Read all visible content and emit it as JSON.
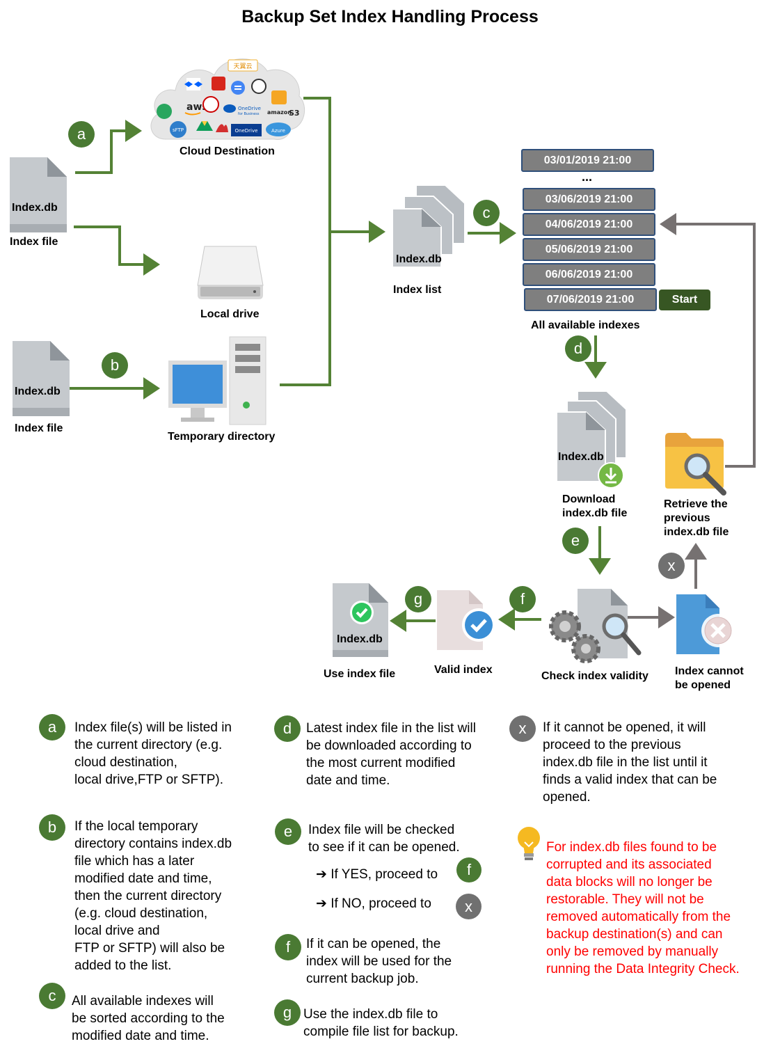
{
  "title": "Backup Set Index Handling Process",
  "nodes": {
    "cloud_label": "Cloud Destination",
    "local_drive_label": "Local drive",
    "temp_dir_label": "Temporary directory",
    "index_file_1_text": "Index.db",
    "index_file_1_label": "Index file",
    "index_file_2_text": "Index.db",
    "index_file_2_label": "Index file",
    "index_list_text": "Index.db",
    "index_list_label": "Index list",
    "all_indexes_label": "All available  indexes",
    "download_text": "Index.db",
    "download_label_1": "Download",
    "download_label_2": "index.db file",
    "retrieve_label_1": "Retrieve the",
    "retrieve_label_2": "previous",
    "retrieve_label_3": "index.db file",
    "cannot_open_label_1": "Index cannot",
    "cannot_open_label_2": "be opened",
    "check_label": "Check index validity",
    "valid_label": "Valid index",
    "use_text": "Index.db",
    "use_label": "Use index file",
    "cloud_logos": {
      "aws": "aws",
      "sftp": "sFTP",
      "s3": "S3",
      "onedrive_business": "OneDrive",
      "onedrive_business_sub": "for Business",
      "onedrive": "OneDrive",
      "azure": "Azure",
      "amazon": "amazon",
      "tianyi": "天翼云"
    }
  },
  "dates": [
    "03/01/2019  21:00",
    "03/06/2019  21:00",
    "04/06/2019  21:00",
    "05/06/2019  21:00",
    "06/06/2019  21:00",
    "07/06/2019  21:00"
  ],
  "ellipsis": "...",
  "start_label": "Start",
  "badges": {
    "a": "a",
    "b": "b",
    "c": "c",
    "d": "d",
    "e": "e",
    "f": "f",
    "g": "g",
    "x": "x"
  },
  "legend": {
    "a": [
      "Index file(s) will be listed in",
      "the current directory (e.g.",
      "cloud destination,",
      "local drive,FTP or SFTP)."
    ],
    "b": [
      "If the local temporary",
      "directory contains index.db",
      "file which has a later",
      "modified date and time,",
      "then the current directory",
      "(e.g. cloud destination,",
      "local drive and",
      "FTP or SFTP) will also be",
      "added to the list."
    ],
    "c": [
      "All  available indexes will",
      "be sorted according to the",
      "modified date and time."
    ],
    "d": [
      "Latest index file in the list will",
      "be downloaded according to",
      "the most current modified",
      "date and time."
    ],
    "e": [
      "Index file will be checked",
      "to see if it can be opened."
    ],
    "e_yes": "If YES, proceed to",
    "e_no": "If NO,  proceed to",
    "f": [
      "If it can be opened, the",
      "index will be used for the",
      "current backup job."
    ],
    "g": [
      "Use the index.db file to",
      "compile file list for backup."
    ],
    "x": [
      "If it cannot be opened, it will",
      "proceed to the previous",
      "index.db file in the list until it",
      "finds a valid index that can be",
      "opened."
    ],
    "note": [
      "For index.db files found to be",
      "corrupted and its associated",
      "data blocks will no longer be",
      "restorable. They will not be",
      "removed automatically from the",
      "backup destination(s) and can",
      "only be removed by manually",
      "running  the Data Integrity Check."
    ]
  },
  "colors": {
    "green": "#4a7a33",
    "gray": "#707070",
    "arrow_green": "#548235",
    "arrow_gray": "#767171",
    "note_red": "#ff0000"
  }
}
